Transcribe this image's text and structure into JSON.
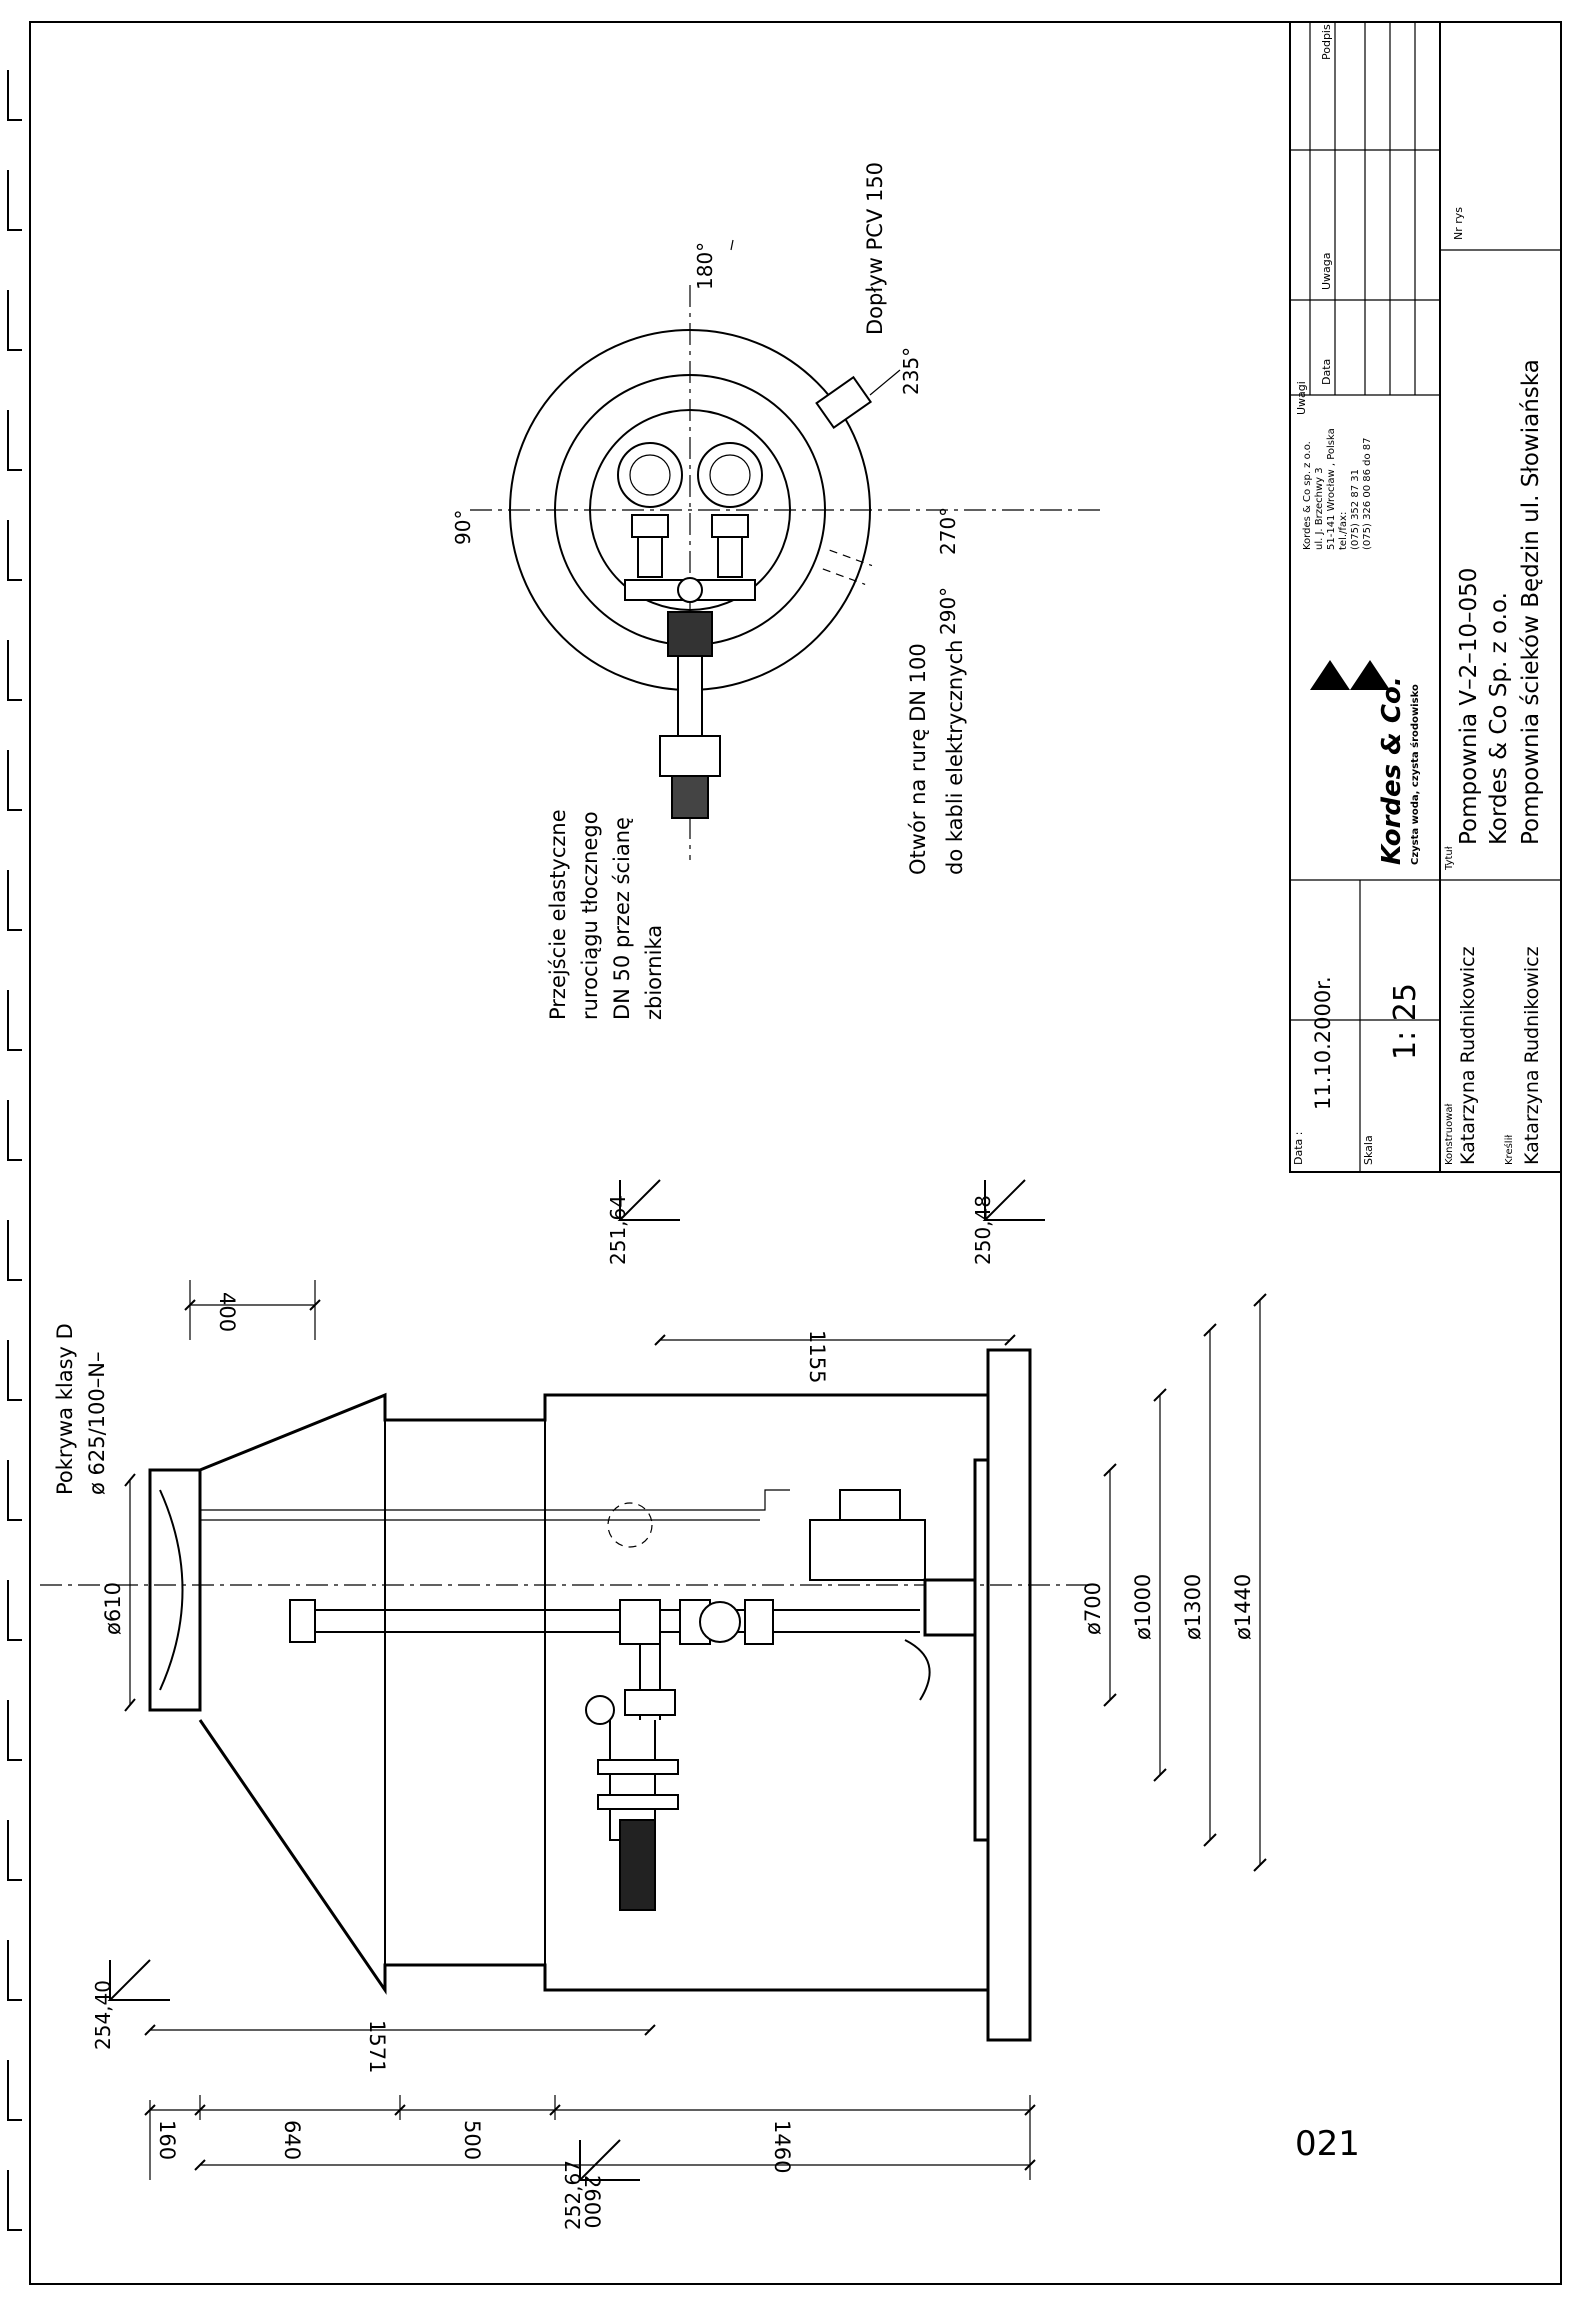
{
  "plan": {
    "angles": {
      "a180": "180°",
      "a90": "90°",
      "a235": "235°",
      "a270": "270°",
      "a290": "290°"
    },
    "label_inflow": "Dopływ PCV 150",
    "cable_note": [
      "Otwór na rurę DN 100",
      "do kabli elektrycznych"
    ],
    "pipe_note": [
      "Przejście elastyczne",
      "rurociągu tłocznego",
      "DN 50 przez ścianę",
      "zbiornika"
    ]
  },
  "section": {
    "cover_note": [
      "Pokrywa klasy D",
      "ø 625/100–N–"
    ],
    "cover_dim": "ø610",
    "diameters": [
      "ø700",
      "ø1000",
      "ø1300",
      "ø1440"
    ],
    "levels": [
      "251,64",
      "250,48",
      "254,40",
      "252,67"
    ],
    "dims": {
      "d400": "400",
      "d1155": "1155",
      "d1571": "1571",
      "d160": "160",
      "d640": "640",
      "d500": "500",
      "d1460": "1460",
      "d2600": "2600"
    }
  },
  "title_block": {
    "date_label": "Data :",
    "date": "11.10.2000r.",
    "scale_label": "Skala",
    "scale": "1: 25",
    "designer_label": "Konstruował",
    "designer": "Katarzyna Rudnikowicz",
    "drafter_label": "Kreślił",
    "drafter": "Katarzyna Rudnikowicz",
    "logo_name": "Kordes & Co.",
    "logo_tagline": "Czysta woda, czysta środowisko",
    "address": [
      "Kordes & Co sp. z o.o.",
      "ul. J. Brzechwy 3",
      "51-141 Wrocław , Polska",
      "tel./fax:",
      "(075) 352 87 31",
      "(075) 326 00 86 do 87"
    ],
    "title_label": "Tytuł",
    "title_lines": [
      "Pompownia V–2–10–050",
      "Kordes & Co Sp. z o.o.",
      "Pompownia ścieków Będzin ul. Słowiańska"
    ],
    "notes_label": "Uwagi",
    "data_col": "Data",
    "note_col": "Uwaga",
    "sign_col": "Podpis",
    "drawing_no_label": "Nr rys"
  },
  "page_number": "021"
}
